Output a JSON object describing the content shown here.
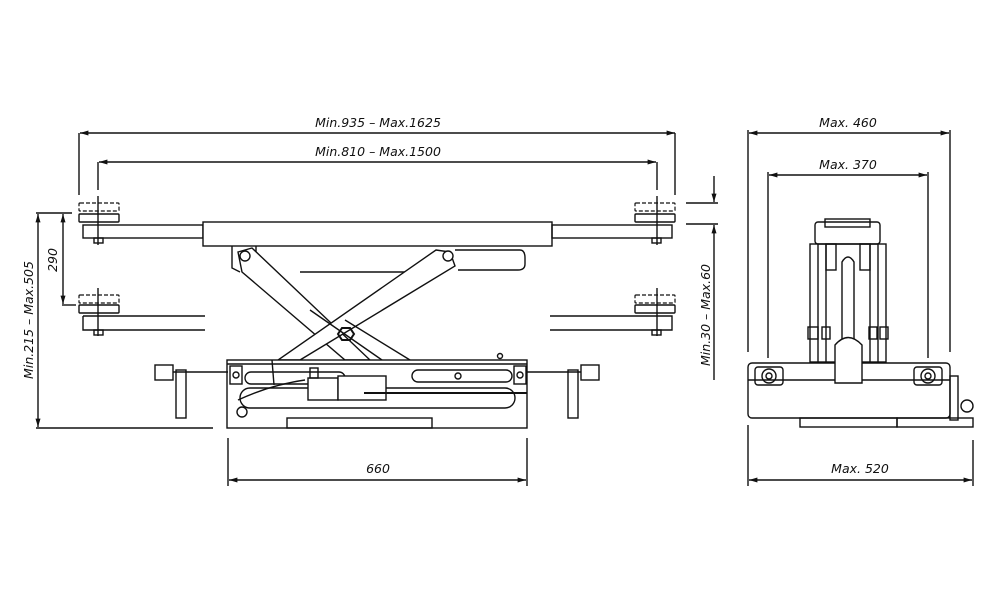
{
  "drawing": {
    "side_view": {
      "overall_width_label": "Min.935 – Max.1625",
      "pad_span_label": "Min.810 – Max.1500",
      "height_range_label": "Min.215 – Max.505",
      "lift_stroke_label": "290",
      "base_length_label": "660"
    },
    "end_view": {
      "outer_width_label": "Max. 460",
      "inner_width_label": "Max. 370",
      "pad_height_label": "Min.30 – Max.60",
      "base_width_label": "Max. 520"
    }
  }
}
